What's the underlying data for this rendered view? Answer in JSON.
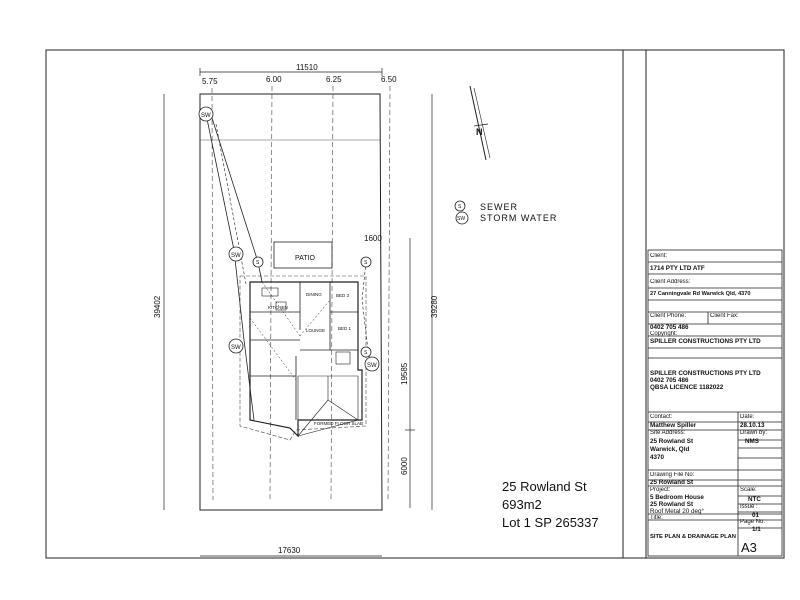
{
  "plan": {
    "dimensions": {
      "top_width": "11510",
      "bottom_width": "17630",
      "left_depth": "39402",
      "right_depth": "39280",
      "house_depth": "19585",
      "front_setback": "6000",
      "side_setback": "1600"
    },
    "levels": [
      "5.75",
      "6.00",
      "6.25",
      "6.50"
    ],
    "north_label": "N",
    "legend": [
      {
        "symbol": "S",
        "label": "SEWER"
      },
      {
        "symbol": "SW",
        "label": "STORM WATER"
      }
    ],
    "patio_label": "PATIO",
    "room_labels": [
      "KITCHEN",
      "DINING",
      "BED 3",
      "BED 1",
      "LOUNGE",
      "FORMED FLOOR SLAB"
    ],
    "sw_symbol": "SW",
    "s_symbol": "S"
  },
  "address": {
    "street": "25 Rowland St",
    "area": "693m2",
    "lot": "Lot 1 SP 265337"
  },
  "title_block": {
    "client_label": "Client:",
    "client_value": "1714 PTY LTD ATF",
    "client_address_label": "Client Address:",
    "client_address_value": "27 Canningvale Rd Warwick Qld, 4370",
    "client_phone_label": "Client Phone:",
    "client_phone_value": "0402 705 486",
    "client_fax_label": "Client Fax:",
    "copyright_label": "Copyright:",
    "copyright_value": "SPILLER CONSTRUCTIONS PTY LTD",
    "company_lines": [
      "SPILLER CONSTRUCTIONS PTY LTD",
      "0402 705 486",
      "QBSA LICENCE 1182022"
    ],
    "contact_label": "Contact:",
    "contact_value": "Matthew Spiller",
    "date_label": "Date:",
    "date_value": "28.10.13",
    "site_address_label": "Site Address:",
    "site_address_lines": [
      "25 Rowland St",
      "Warwick, Qld",
      "4370"
    ],
    "drawn_by_label": "Drawn by:",
    "drawn_by_value": "NMS",
    "drawing_file_label": "Drawing File No:",
    "drawing_file_value": "25 Rowland St",
    "project_label": "Project:",
    "project_lines": [
      "5 Bedroom House",
      "25 Rowland St",
      "Roof Metal 20 deg°"
    ],
    "scale_label": "Scale:",
    "scale_value": "NTC",
    "issue_label": "Issue :",
    "issue_value": "01",
    "title_label": "Title:",
    "title_value": "SITE PLAN & DRAINAGE PLAN",
    "page_no_label": "Page No:",
    "page_no_value": "1/1",
    "sheet_size": "A3"
  }
}
